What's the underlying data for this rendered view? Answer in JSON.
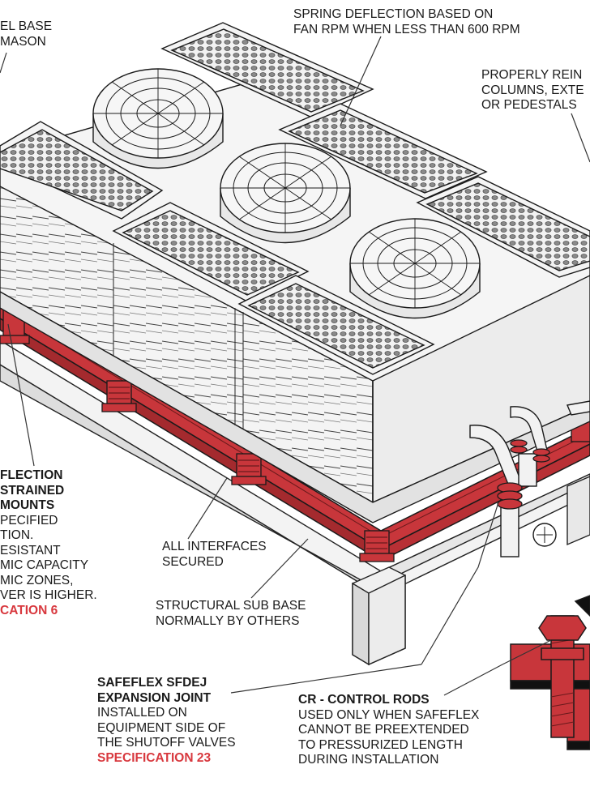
{
  "colors": {
    "red": "#d8383e",
    "ink": "#1a1a1a",
    "steel_red": "#c8363b"
  },
  "labels": {
    "top_left": {
      "line1": "EL BASE",
      "line2": "MASON"
    },
    "spring_deflection": {
      "line1": "SPRING DEFLECTION BASED ON",
      "line2": "FAN RPM WHEN LESS THAN 600 RPM"
    },
    "properly_reinforced": {
      "line1": "PROPERLY REIN",
      "line2": "COLUMNS, EXTE",
      "line3": "OR PEDESTALS"
    },
    "isolators": {
      "line1": "FLECTION",
      "line2": "STRAINED",
      "line3": "MOUNTS",
      "line4": "PECIFIED",
      "line5": "TION.",
      "line6": "ESISTANT",
      "line7": "MIC CAPACITY",
      "line8": "MIC ZONES,",
      "line9": "VER IS HIGHER.",
      "spec": "CATION 6"
    },
    "interfaces": {
      "line1": "ALL INTERFACES",
      "line2": "SECURED"
    },
    "sub_base": {
      "line1": "STRUCTURAL SUB BASE",
      "line2": "NORMALLY BY OTHERS"
    },
    "expansion_joint": {
      "title1": "SAFEFLEX SFDEJ",
      "title2": "EXPANSION JOINT",
      "line1": "INSTALLED ON",
      "line2": "EQUIPMENT SIDE OF",
      "line3": "THE SHUTOFF VALVES",
      "spec": "SPECIFICATION 23"
    },
    "control_rods": {
      "title": "CR - CONTROL RODS",
      "line1": "USED ONLY WHEN SAFEFLEX",
      "line2": "CANNOT BE PREEXTENDED",
      "line3": "TO PRESSURIZED LENGTH",
      "line4": "DURING INSTALLATION"
    }
  }
}
